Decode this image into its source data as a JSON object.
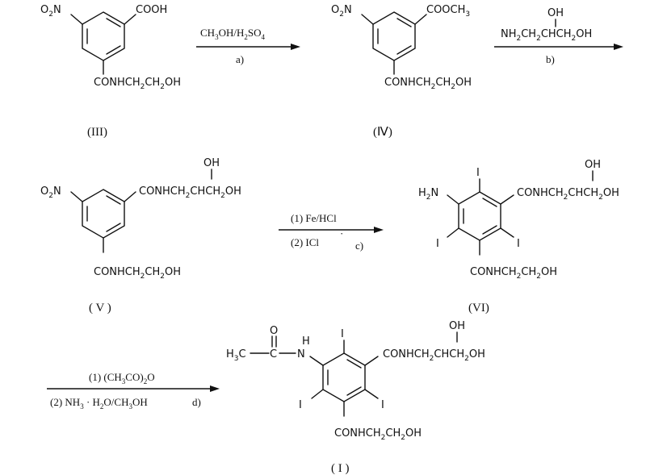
{
  "compounds": {
    "III": {
      "label": "(III)",
      "substituents": {
        "nitro_a": "O",
        "nitro_sub": "2",
        "nitro_b": "N",
        "acid": "COOH",
        "amide": "CONHCH",
        "amide_sub1": "2",
        "amide_mid": "CH",
        "amide_sub2": "2",
        "amide_end": "OH"
      }
    },
    "IV": {
      "label": "(Ⅳ)",
      "substituents": {
        "nitro_a": "O",
        "nitro_sub": "2",
        "nitro_b": "N",
        "ester_a": "COOCH",
        "ester_sub": "3",
        "amide": "CONHCH",
        "amide_sub1": "2",
        "amide_mid": "CH",
        "amide_sub2": "2",
        "amide_end": "OH"
      }
    },
    "V": {
      "label": "( V )",
      "substituents": {
        "nitro_a": "O",
        "nitro_sub": "2",
        "nitro_b": "N",
        "diol_amide": "CONHCH",
        "diol_sub1": "2",
        "diol_mid": "CHCH",
        "diol_sub2": "2",
        "diol_end": "OH",
        "diol_oh": "OH",
        "amide": "CONHCH",
        "amide_sub1": "2",
        "amide_mid": "CH",
        "amide_sub2": "2",
        "amide_end": "OH"
      }
    },
    "VI": {
      "label": "(VI)",
      "substituents": {
        "amine_a": "H",
        "amine_sub": "2",
        "amine_b": "N",
        "iodo": "I",
        "diol_amide": "CONHCH",
        "diol_sub1": "2",
        "diol_mid": "CHCH",
        "diol_sub2": "2",
        "diol_end": "OH",
        "diol_oh": "OH",
        "amide": "CONHCH",
        "amide_sub1": "2",
        "amide_mid": "CH",
        "amide_sub2": "2",
        "amide_end": "OH"
      }
    },
    "I": {
      "label": "( I )",
      "substituents": {
        "methyl_a": "H",
        "methyl_sub": "3",
        "methyl_b": "C",
        "carbonyl_c": "C",
        "carbonyl_o": "O",
        "nh": "N",
        "h": "H",
        "iodo": "I",
        "diol_amide": "CONHCH",
        "diol_sub1": "2",
        "diol_mid": "CHCH",
        "diol_sub2": "2",
        "diol_end": "OH",
        "diol_oh": "OH",
        "amide": "CONHCH",
        "amide_sub1": "2",
        "amide_mid": "CH",
        "amide_sub2": "2",
        "amide_end": "OH"
      }
    }
  },
  "reactions": {
    "a": {
      "above_a": "CH",
      "above_sub1": "3",
      "above_b": "OH/H",
      "above_sub2": "2",
      "above_c": "SO",
      "above_sub3": "4",
      "below": "a)"
    },
    "b": {
      "above_oh": "OH",
      "above_a": "NH",
      "above_sub1": "2",
      "above_b": "CH",
      "above_sub2": "2",
      "above_c": "CHCH",
      "above_sub3": "2",
      "above_d": "OH",
      "below": "b)"
    },
    "c": {
      "step1": "(1) Fe/HCl",
      "step2": "(2) ICl",
      "dot": "·",
      "tag": "c)"
    },
    "d": {
      "step1_a": "(1) (CH",
      "step1_sub1": "3",
      "step1_b": "CO)",
      "step1_sub2": "2",
      "step1_c": "O",
      "step2_a": "(2) NH",
      "step2_sub1": "3",
      "step2_b": " · H",
      "step2_sub2": "2",
      "step2_c": "O/CH",
      "step2_sub3": "3",
      "step2_d": "OH",
      "tag": "d)"
    }
  }
}
